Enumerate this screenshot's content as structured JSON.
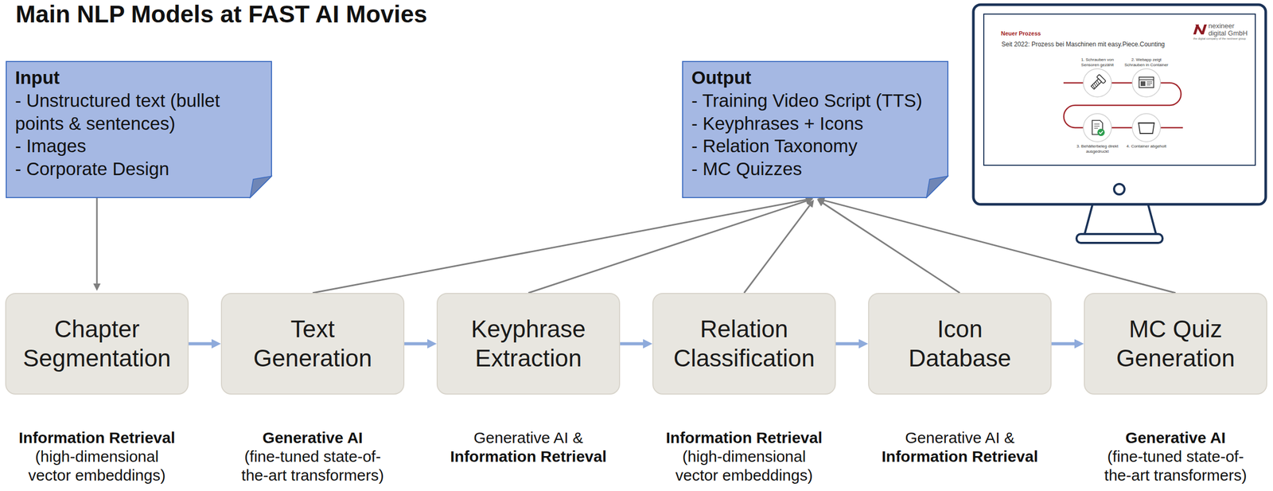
{
  "diagram": {
    "title": "Main NLP Models at FAST AI Movies",
    "nodes": [
      {
        "text": [
          "Input",
          "- Unstructured text (bullet points & sentences)",
          "- Images",
          "- Corporate Design"
        ]
      },
      {
        "text": [
          "Output",
          "- Training Video Script (TTS)",
          "- Keyphrases + Icons",
          "- Relation Taxonomy",
          "- MC Quizzes"
        ]
      },
      {
        "text": [
          "Chapter Segmentation"
        ]
      },
      {
        "text": [
          "Text Generation"
        ]
      },
      {
        "text": [
          "Keyphrase Extraction"
        ]
      },
      {
        "text": [
          "Relation Classification"
        ]
      },
      {
        "text": [
          "Icon Database"
        ]
      },
      {
        "text": [
          "MC Quiz Generation"
        ]
      }
    ],
    "edges": [
      {
        "from": 0,
        "to": 2,
        "arrow": "to"
      },
      {
        "from": 2,
        "to": 3,
        "arrow": "to"
      },
      {
        "from": 3,
        "to": 4,
        "arrow": "to"
      },
      {
        "from": 4,
        "to": 5,
        "arrow": "to"
      },
      {
        "from": 5,
        "to": 6,
        "arrow": "to"
      },
      {
        "from": 6,
        "to": 7,
        "arrow": "to"
      },
      {
        "from": 3,
        "to": 1,
        "arrow": "to"
      },
      {
        "from": 4,
        "to": 1,
        "arrow": "to"
      },
      {
        "from": 5,
        "to": 1,
        "arrow": "to"
      },
      {
        "from": 6,
        "to": 1,
        "arrow": "to"
      },
      {
        "from": 7,
        "to": 1,
        "arrow": "to"
      }
    ],
    "labels": [
      "Information Retrieval",
      "(high-dimensional vector embeddings)",
      "Generative AI",
      "(fine-tuned state-of-the-art transformers)",
      "Generative AI &",
      "Information Retrieval",
      "Information Retrieval",
      "(high-dimensional vector embeddings)",
      "Generative AI &",
      "Information Retrieval",
      "Generative AI",
      "(fine-tuned state-of-the-art transformers)",
      "Neuer Prozess",
      "Seit 2022: Prozess bei Maschinen mit easy.Piece.Counting",
      "nexineer",
      "digital GmbH",
      "the digital company of the nexineer group",
      "1. Schrauben von Sensoren gezählt",
      "2. Webapp zeigt Schrauben in Container",
      "3. Behälterbeleg direkt ausgedruckt",
      "4. Container abgeholt"
    ]
  }
}
